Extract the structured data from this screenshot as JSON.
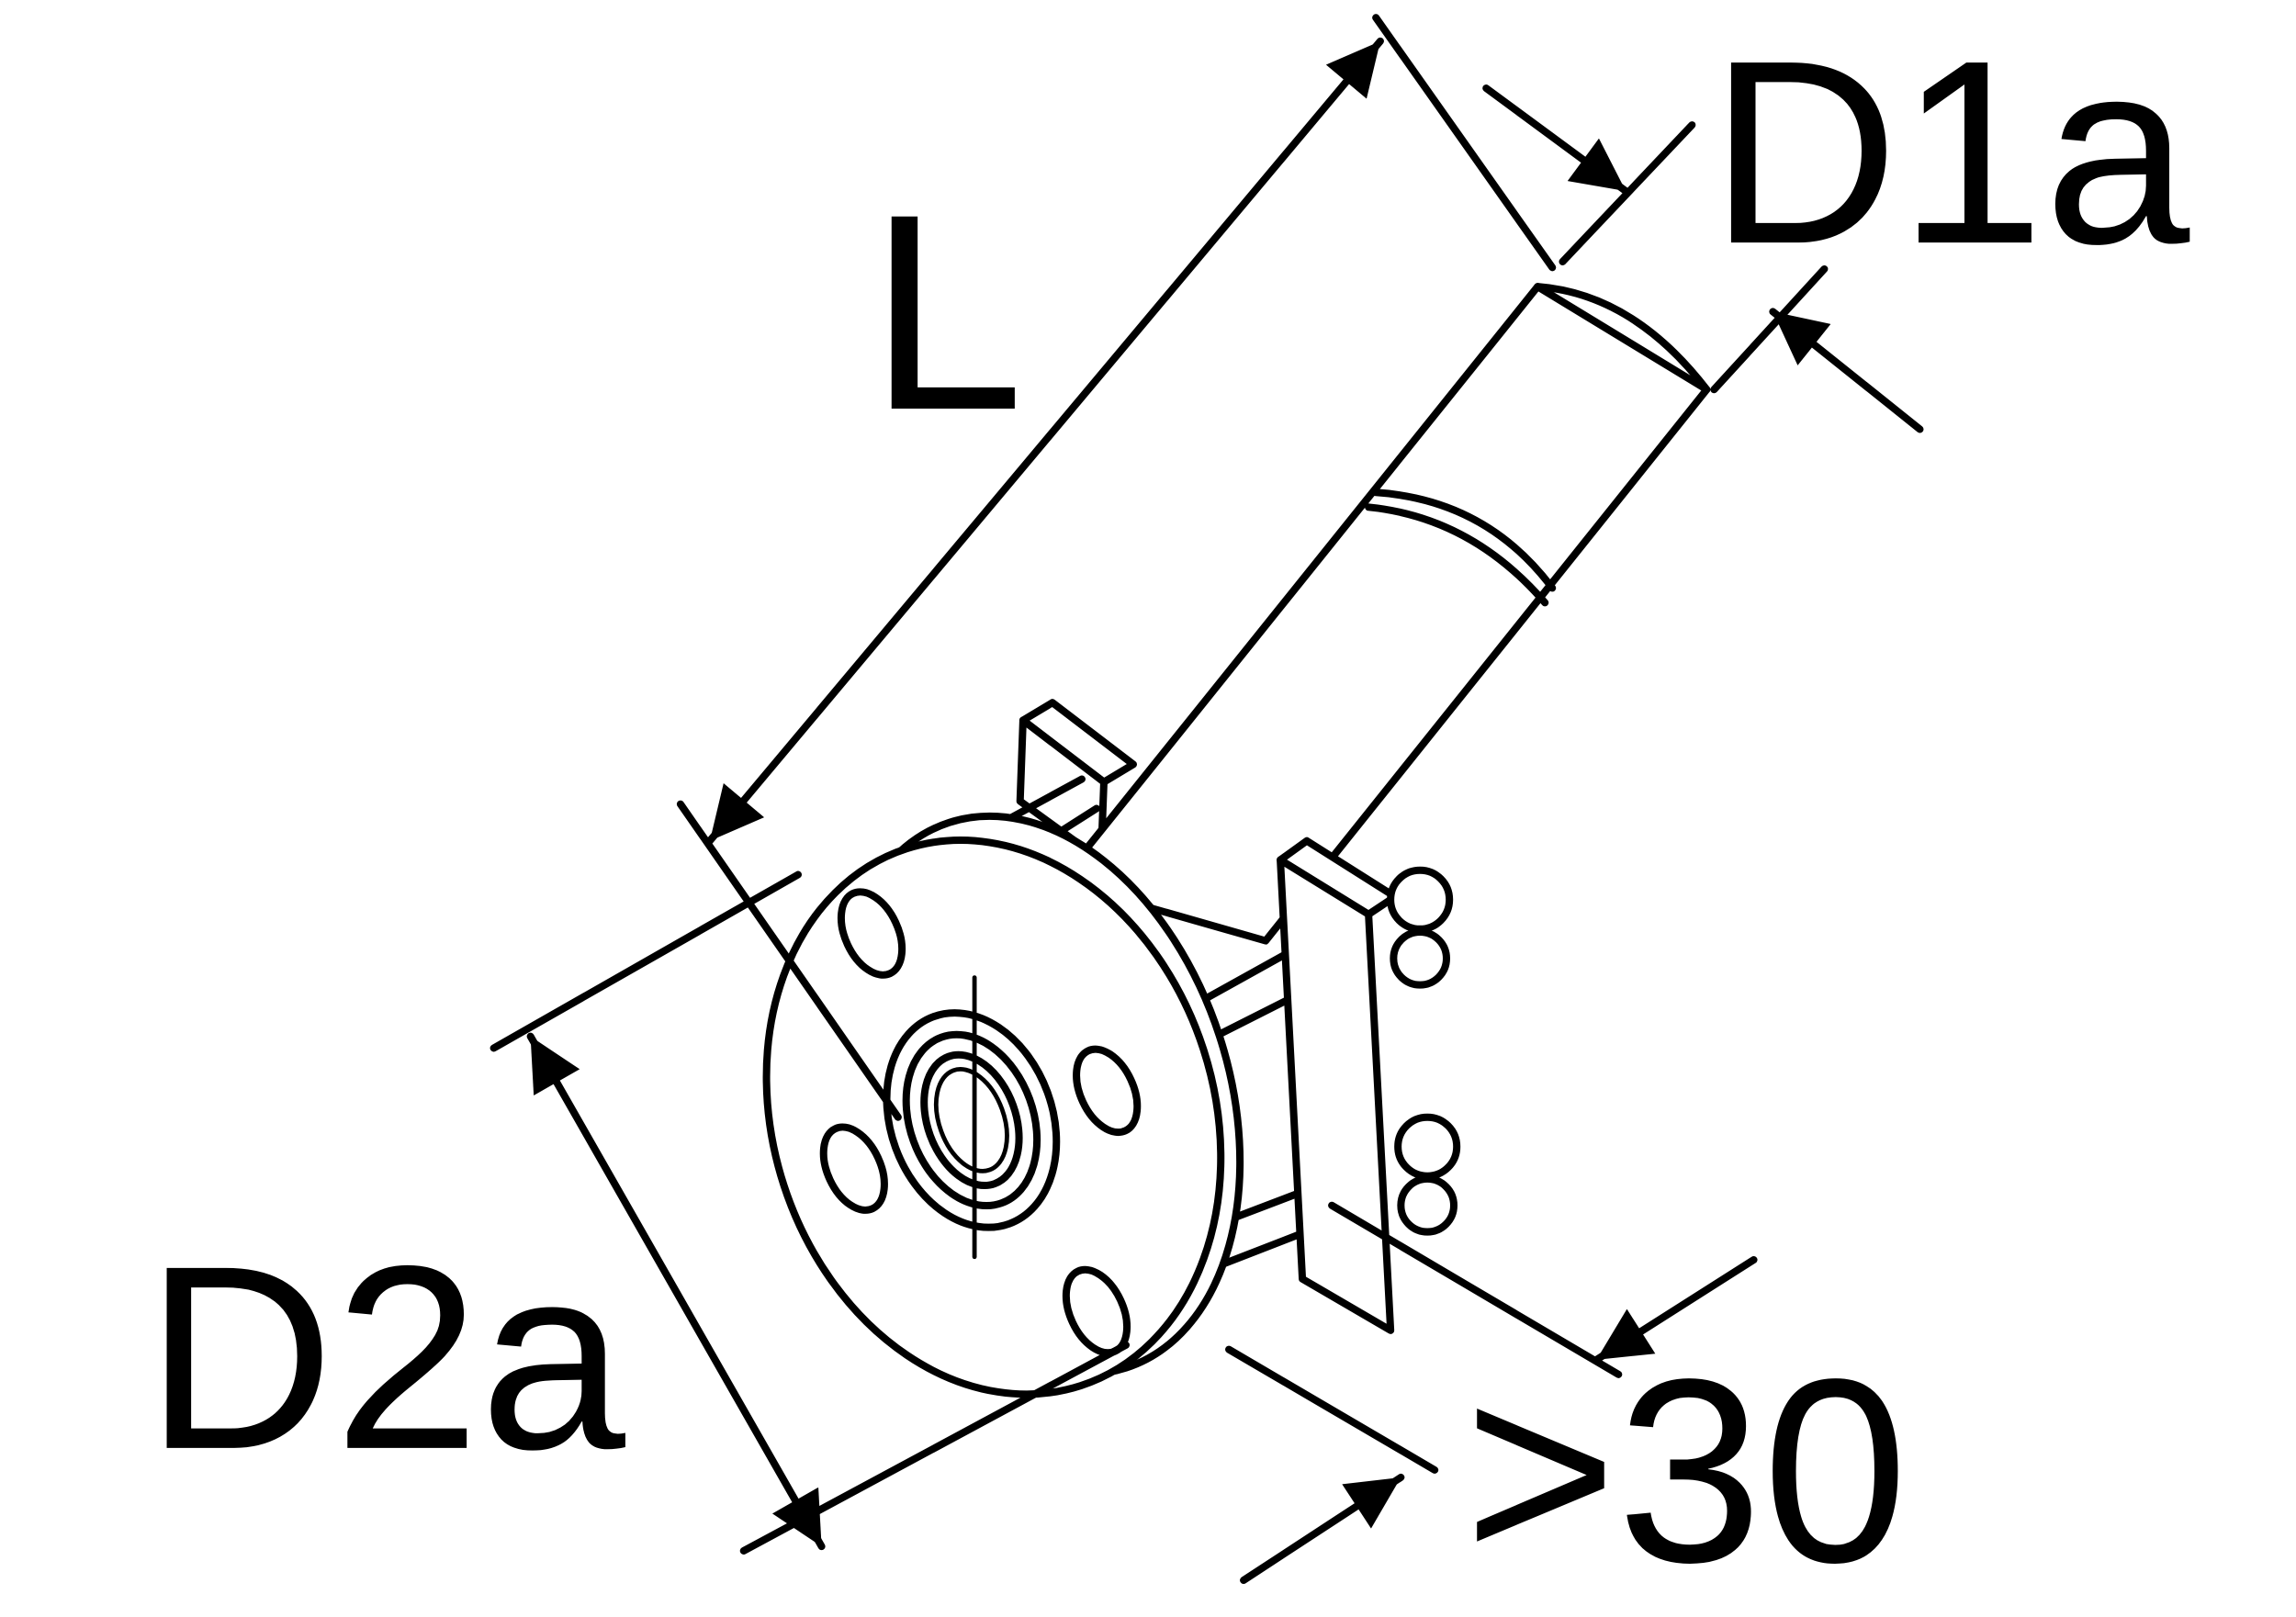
{
  "diagram": {
    "labels": {
      "length": "L",
      "outer_diameter_1": "D1a",
      "outer_diameter_2": "D2a",
      "clearance": ">30"
    }
  }
}
